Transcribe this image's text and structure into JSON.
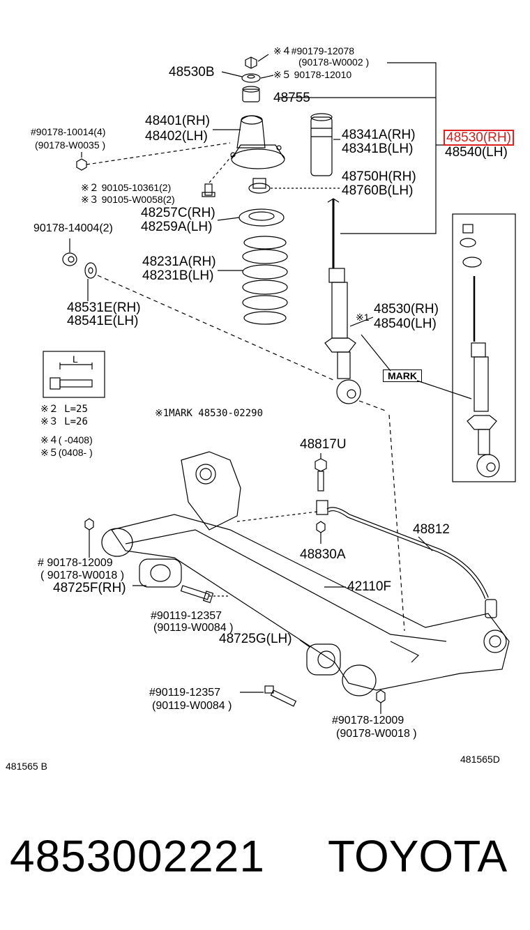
{
  "labels": {
    "n90179_12078": "※４#90179-12078",
    "n90178_W0002": "(90178-W0002 )",
    "n48530B": "48530B",
    "n90178_12010": "※５  90178-12010",
    "n48755": "48755",
    "n48401": "48401(RH)",
    "n48402": "48402(LH)",
    "n48341A": "48341A(RH)",
    "n48341B": "48341B(LH)",
    "n48530_rh_top": "48530(RH)",
    "n48540_lh_top": "48540(LH)",
    "n90178_10014": "#90178-10014(4)",
    "n90178_W0035": "(90178-W0035 )",
    "n48750H": "48750H(RH)",
    "n48760B": "48760B(LH)",
    "n90105_10361": "※２ 90105-10361(2)",
    "n90105_W0058": "※３ 90105-W0058(2)",
    "n48257C": "48257C(RH)",
    "n48259A": "48259A(LH)",
    "n90178_14004": "90178-14004(2)",
    "n48231A": "48231A(RH)",
    "n48231B": "48231B(LH)",
    "n48531E": "48531E(RH)",
    "n48541E": "48541E(LH)",
    "n48530_rh_mid": "48530(RH)",
    "n48540_lh_mid": "48540(LH)",
    "mark1": "※1",
    "mark_box": "MARK",
    "bolt_L": "L",
    "note_l25": "※２ L=25",
    "note_l26": "※３ L=26",
    "note_mark": "※1MARK  48530-02290",
    "note_4": "※４(      -0408)",
    "note_5": "※５(0408-       )",
    "n48817U": "48817U",
    "n48812": "48812",
    "n48830A": "48830A",
    "n90178_12009_a": "#  90178-12009",
    "n90178_W0018_a": "( 90178-W0018 )",
    "n48725F": "48725F(RH)",
    "n42110F": "42110F",
    "n90119_12357_a": "#90119-12357",
    "n90119_W0084_a": "(90119-W0084 )",
    "n48725G": "48725G(LH)",
    "n90119_12357_b": "#90119-12357",
    "n90119_W0084_b": "(90119-W0084 )",
    "n90178_12009_b": "#90178-12009",
    "n90178_W0018_b": "(90178-W0018 )",
    "code_left": "481565  B",
    "code_right": "481565D"
  },
  "footer": {
    "part_number": "4853002221",
    "brand": "TOYOTA"
  },
  "colors": {
    "highlight": "#e02020",
    "ink": "#000000"
  }
}
